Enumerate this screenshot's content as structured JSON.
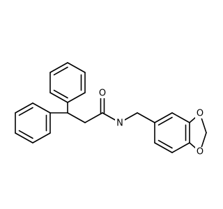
{
  "molecule": {
    "atoms": {
      "carbonyl_oxygen": "O",
      "amide_nitrogen": "N",
      "dioxole_oxygen_upper": "O",
      "dioxole_oxygen_lower": "O"
    },
    "colors": {
      "bond": "#000000",
      "atom_label": "#000000",
      "background": "#ffffff"
    }
  }
}
